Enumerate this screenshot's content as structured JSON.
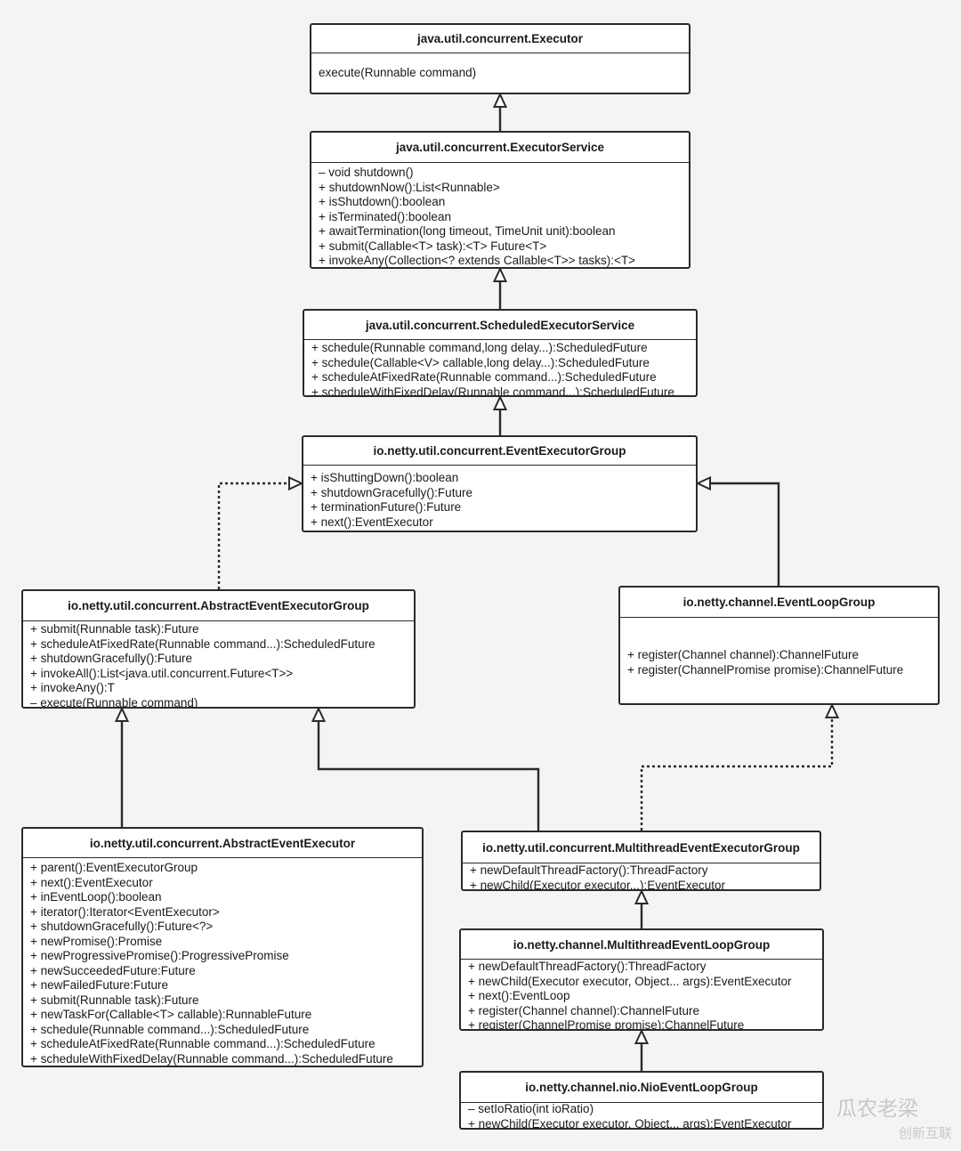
{
  "classes": {
    "executor": {
      "name": "java.util.concurrent.Executor",
      "members": [
        "execute(Runnable command)"
      ]
    },
    "executor_service": {
      "name": "java.util.concurrent.ExecutorService",
      "members": [
        "– void shutdown()",
        "+ shutdownNow():List<Runnable>",
        "+ isShutdown():boolean",
        "+ isTerminated():boolean",
        "+ awaitTermination(long timeout, TimeUnit unit):boolean",
        "+ submit(Callable<T> task):<T> Future<T>",
        "+ invokeAny(Collection<? extends Callable<T>> tasks):<T>"
      ]
    },
    "scheduled_executor_service": {
      "name": "java.util.concurrent.ScheduledExecutorService",
      "members": [
        "+ schedule(Runnable command,long delay...):ScheduledFuture",
        "+ schedule(Callable<V> callable,long delay...):ScheduledFuture",
        "+ scheduleAtFixedRate(Runnable command...):ScheduledFuture",
        "+ scheduleWithFixedDelay(Runnable command...):ScheduledFuture"
      ]
    },
    "event_executor_group": {
      "name": "io.netty.util.concurrent.EventExecutorGroup",
      "members": [
        "+ isShuttingDown():boolean",
        "+ shutdownGracefully():Future",
        "+ terminationFuture():Future",
        "+ next():EventExecutor"
      ]
    },
    "abstract_event_executor_group": {
      "name": "io.netty.util.concurrent.AbstractEventExecutorGroup",
      "members": [
        "+ submit(Runnable task):Future",
        "+ scheduleAtFixedRate(Runnable command...):ScheduledFuture",
        "+ shutdownGracefully():Future",
        "+ invokeAll():List<java.util.concurrent.Future<T>>",
        "+ invokeAny():T",
        "– execute(Runnable command)"
      ]
    },
    "event_loop_group": {
      "name": "io.netty.channel.EventLoopGroup",
      "members": [
        "+ register(Channel channel):ChannelFuture",
        "+ register(ChannelPromise promise):ChannelFuture"
      ]
    },
    "abstract_event_executor": {
      "name": "io.netty.util.concurrent.AbstractEventExecutor",
      "members": [
        "+ parent():EventExecutorGroup",
        "+ next():EventExecutor",
        "+ inEventLoop():boolean",
        "+ iterator():Iterator<EventExecutor>",
        "+ shutdownGracefully():Future<?>",
        "+ newPromise():Promise",
        "+ newProgressivePromise():ProgressivePromise",
        "+ newSucceededFuture:Future",
        "+ newFailedFuture:Future",
        "+ submit(Runnable task):Future",
        "+ newTaskFor(Callable<T> callable):RunnableFuture",
        "+ schedule(Runnable command...):ScheduledFuture",
        "+ scheduleAtFixedRate(Runnable command...):ScheduledFuture",
        "+ scheduleWithFixedDelay(Runnable command...):ScheduledFuture"
      ]
    },
    "multithread_event_executor_group": {
      "name": "io.netty.util.concurrent.MultithreadEventExecutorGroup",
      "members": [
        "+ newDefaultThreadFactory():ThreadFactory",
        "+ newChild(Executor executor...):EventExecutor"
      ]
    },
    "multithread_event_loop_group": {
      "name": "io.netty.channel.MultithreadEventLoopGroup",
      "members": [
        "+ newDefaultThreadFactory():ThreadFactory",
        "+ newChild(Executor executor, Object... args):EventExecutor",
        "+ next():EventLoop",
        "+ register(Channel channel):ChannelFuture",
        "+ register(ChannelPromise promise):ChannelFuture"
      ]
    },
    "nio_event_loop_group": {
      "name": "io.netty.channel.nio.NioEventLoopGroup",
      "members": [
        "– setIoRatio(int ioRatio)",
        "+ newChild(Executor executor, Object... args):EventExecutor"
      ]
    }
  },
  "relations": [
    {
      "from": "executor_service",
      "to": "executor",
      "kind": "generalization"
    },
    {
      "from": "scheduled_executor_service",
      "to": "executor_service",
      "kind": "generalization"
    },
    {
      "from": "event_executor_group",
      "to": "scheduled_executor_service",
      "kind": "generalization"
    },
    {
      "from": "abstract_event_executor_group",
      "to": "event_executor_group",
      "kind": "realization"
    },
    {
      "from": "event_loop_group",
      "to": "event_executor_group",
      "kind": "generalization"
    },
    {
      "from": "abstract_event_executor",
      "to": "abstract_event_executor_group",
      "kind": "generalization"
    },
    {
      "from": "multithread_event_executor_group",
      "to": "abstract_event_executor_group",
      "kind": "generalization"
    },
    {
      "from": "multithread_event_executor_group",
      "to": "event_loop_group",
      "kind": "realization"
    },
    {
      "from": "multithread_event_loop_group",
      "to": "multithread_event_executor_group",
      "kind": "generalization"
    },
    {
      "from": "nio_event_loop_group",
      "to": "multithread_event_loop_group",
      "kind": "generalization"
    }
  ],
  "watermarks": {
    "account": "瓜农老梁",
    "site": "创新互联"
  },
  "colors": {
    "background": "#f4f4f4",
    "box_fill": "#ffffff",
    "line": "#2a2a2a",
    "watermark": "#bbbbbb"
  }
}
